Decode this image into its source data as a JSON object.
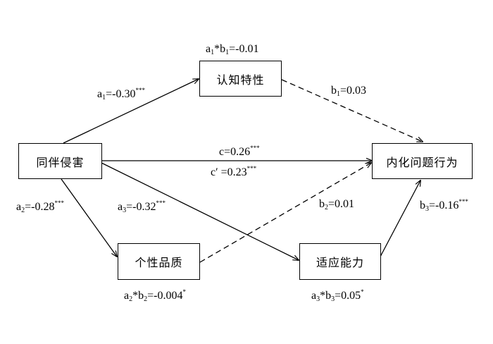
{
  "nodes": {
    "peer_victimization": "同伴侵害",
    "cognitive_traits": "认知特性",
    "personality_quality": "个性品质",
    "adaptive_ability": "适应能力",
    "internalizing_behavior": "内化问题行为"
  },
  "paths": {
    "a1": {
      "name": "a",
      "sub": "1",
      "value": "=-0.30",
      "sig": "***"
    },
    "a2": {
      "name": "a",
      "sub": "2",
      "value": "=-0.28",
      "sig": "***"
    },
    "a3": {
      "name": "a",
      "sub": "3",
      "value": "=-0.32",
      "sig": "***"
    },
    "b1": {
      "name": "b",
      "sub": "1",
      "value": "=0.03",
      "sig": ""
    },
    "b2": {
      "name": "b",
      "sub": "2",
      "value": "=0.01",
      "sig": ""
    },
    "b3": {
      "name": "b",
      "sub": "3",
      "value": "=-0.16",
      "sig": "***"
    },
    "c": {
      "text": "c=0.26",
      "sig": "***"
    },
    "c_prime": {
      "text": "c′ =0.23",
      "sig": "***"
    }
  },
  "indirect": {
    "ab1": {
      "a": "a",
      "a_sub": "1",
      "b": "*b",
      "b_sub": "1",
      "value": "=-0.01",
      "sig": ""
    },
    "ab2": {
      "a": "a",
      "a_sub": "2",
      "b": "*b",
      "b_sub": "2",
      "value": "=-0.004",
      "sig": "*"
    },
    "ab3": {
      "a": "a",
      "a_sub": "3",
      "b": "*b",
      "b_sub": "3",
      "value": "=0.05",
      "sig": "*"
    }
  },
  "style": {
    "line_color": "#000000",
    "background": "#ffffff"
  }
}
